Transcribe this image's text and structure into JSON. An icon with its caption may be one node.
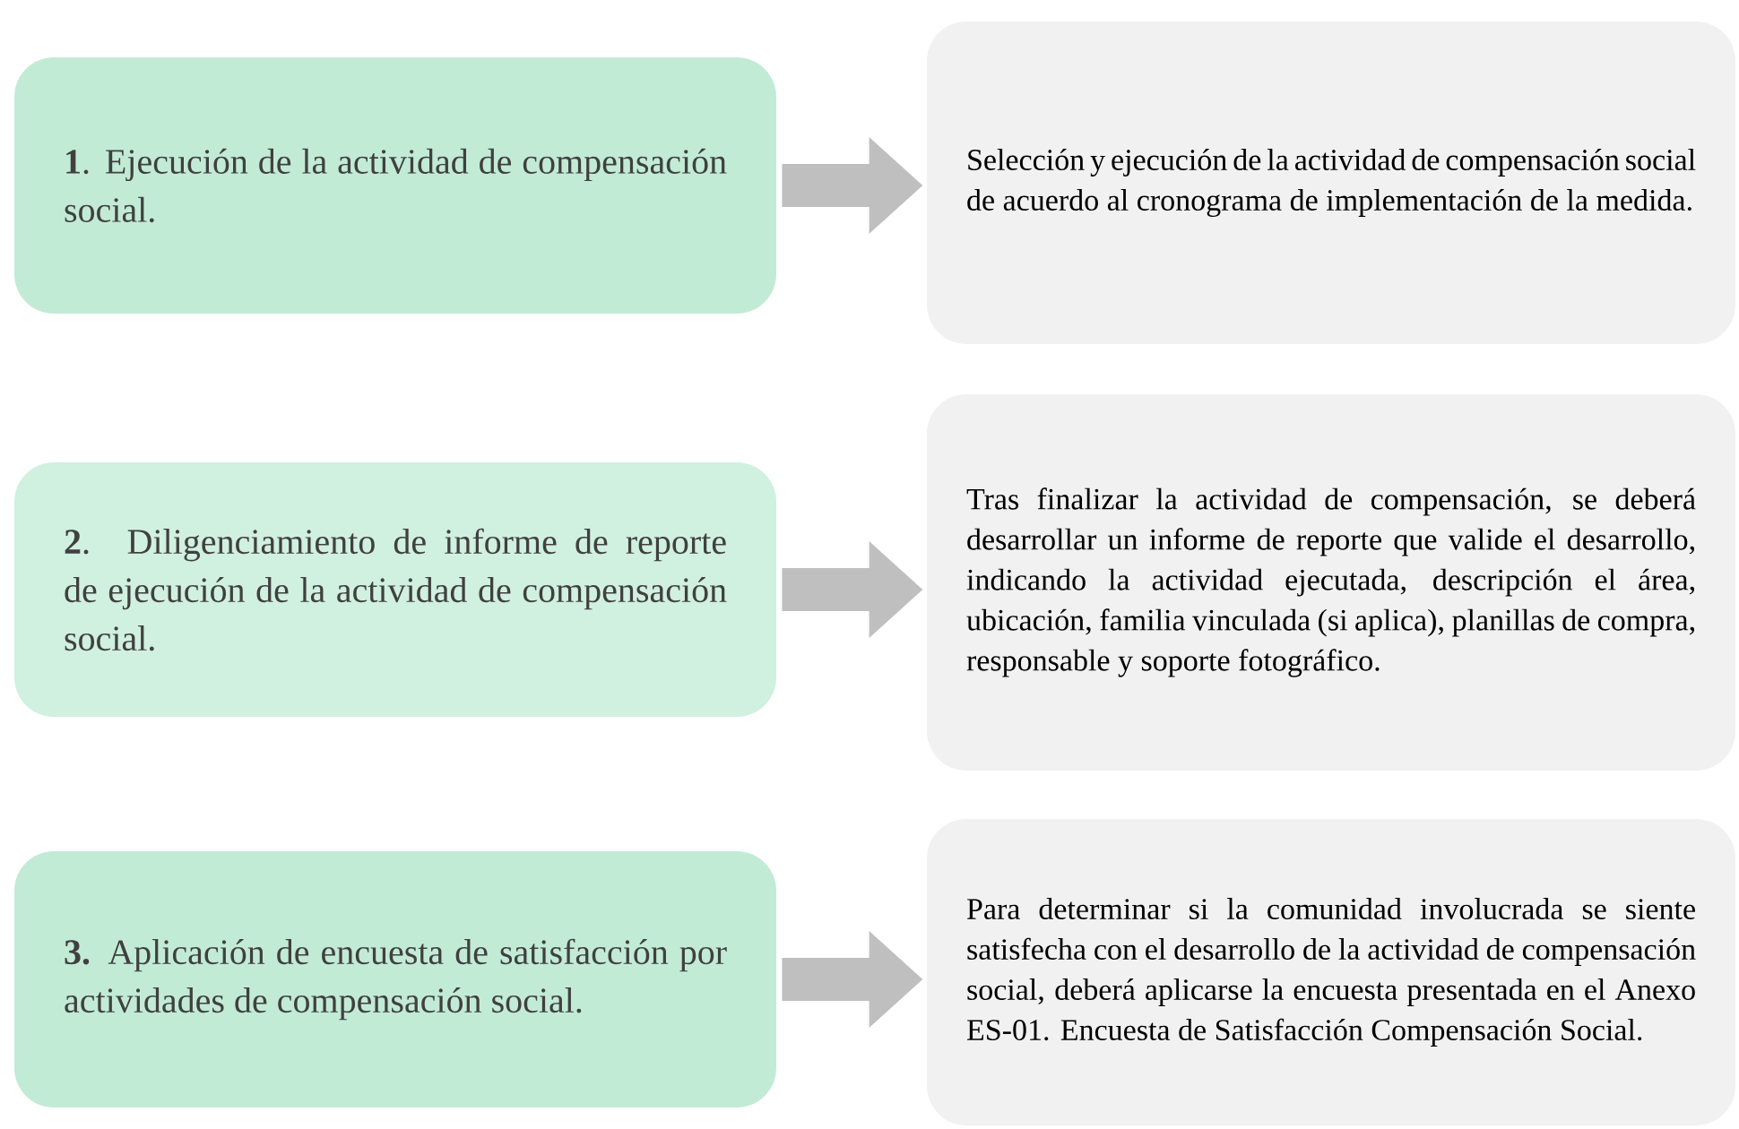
{
  "diagram": {
    "nodes": [
      {
        "text": [
          "**1**. Ejecución de la actividad de compensación social."
        ]
      },
      {
        "text": [
          "Selección y ejecución de la actividad de compensación social de acuerdo al cronograma de implementación de la medida."
        ]
      },
      {
        "text": [
          "**2**. Diligenciamiento de informe de reporte de ejecución de la actividad de compensación social."
        ]
      },
      {
        "text": [
          "Tras finalizar la actividad de compensación, se deberá desarrollar un informe de reporte que valide el desarrollo, indicando la actividad ejecutada, descripción el área, ubicación, familia vinculada (si aplica), planillas de compra, responsable y soporte fotográfico."
        ]
      },
      {
        "text": [
          "**3.** Aplicación de encuesta de satisfacción por actividades de compensación social."
        ]
      },
      {
        "text": [
          "Para determinar si la comunidad involucrada se siente satisfecha con el desarrollo de la actividad de compensación social, deberá aplicarse la encuesta presentada en el Anexo ES-01. Encuesta de Satisfacción Compensación Social."
        ]
      }
    ],
    "edges": [
      {
        "from": 0,
        "to": 1,
        "arrow": "to"
      },
      {
        "from": 2,
        "to": 3,
        "arrow": "to"
      },
      {
        "from": 4,
        "to": 5,
        "arrow": "to"
      }
    ]
  }
}
